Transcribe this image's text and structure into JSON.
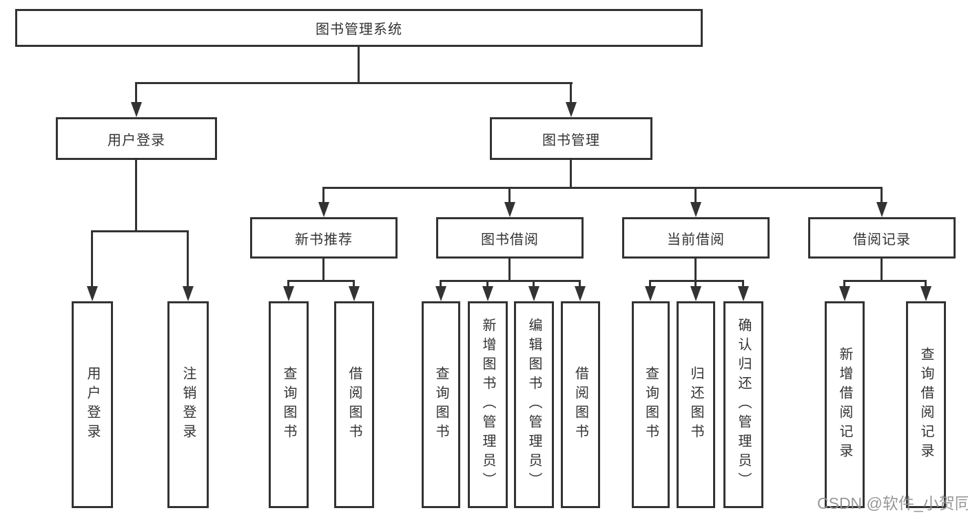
{
  "tree": {
    "root": "图书管理系统",
    "branches": [
      {
        "label": "用户登录",
        "children": [
          "用户登录",
          "注销登录"
        ]
      },
      {
        "label": "图书管理",
        "groups": [
          {
            "label": "新书推荐",
            "children": [
              "查询图书",
              "借阅图书"
            ]
          },
          {
            "label": "图书借阅",
            "children": [
              "查询图书",
              "新增图书（管理员）",
              "编辑图书（管理员）",
              "借阅图书"
            ]
          },
          {
            "label": "当前借阅",
            "children": [
              "查询图书",
              "归还图书",
              "确认归还（管理员）"
            ]
          },
          {
            "label": "借阅记录",
            "children": [
              "新增借阅记录",
              "查询借阅记录"
            ]
          }
        ]
      }
    ]
  },
  "watermark": {
    "text": "CSDN @软件_小贺同学"
  },
  "colors": {
    "line": "#333333",
    "text": "#333333",
    "background": "#ffffff",
    "watermark": "#919191"
  }
}
